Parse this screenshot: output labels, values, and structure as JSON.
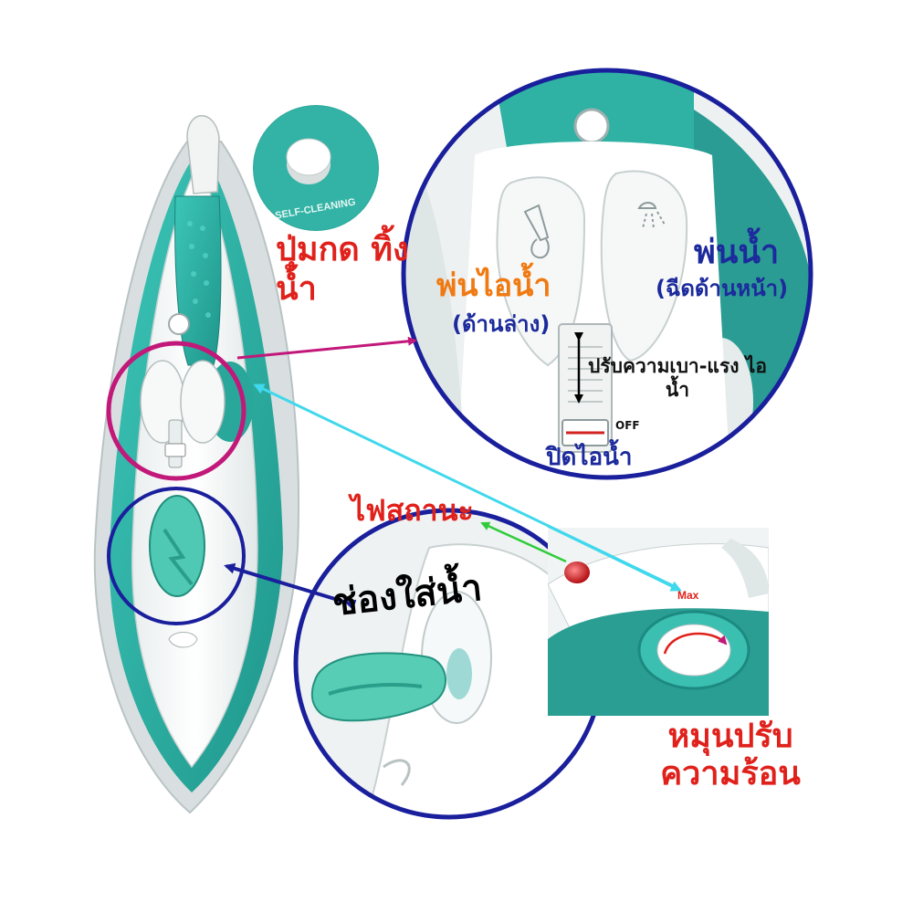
{
  "colors": {
    "teal": "#2bb3a6",
    "teal_dark": "#1e8f86",
    "ring_magenta": "#c2187a",
    "ring_navy": "#1a1f9c",
    "arrow_cyan": "#3fd8ec",
    "arrow_green": "#2ecc3a",
    "label_red": "#e0211b",
    "label_orange": "#f07a12",
    "label_navy": "#1c2a9c",
    "steam_light": "#dc2b2b"
  },
  "labels": {
    "self_cleaning_button": "ปุ่มกด ทิ้งน้ำ",
    "self_cleaning_engraved": "SELF-CLEANING",
    "steam_burst": "พ่นไอน้ำ",
    "steam_burst_sub": "(ด้านล่าง)",
    "spray": "พ่นน้ำ",
    "spray_sub": "(ฉีดด้านหน้า)",
    "steam_adjust": "ปรับความเบา-แรง ไอน้ำ",
    "steam_off_tag": "OFF",
    "steam_off": "ปิดไอน้ำ",
    "indicator_light": "ไฟสถานะ",
    "water_inlet": "ช่องใส่น้ำ",
    "dial_max": "Max",
    "temperature_dial": "หมุนปรับ ความร้อน"
  },
  "icons": [
    "self-cleaning-knob-icon",
    "steam-burst-icon",
    "spray-icon",
    "steam-slider-icon",
    "indicator-light-icon",
    "temperature-dial-icon",
    "water-cap-icon"
  ]
}
